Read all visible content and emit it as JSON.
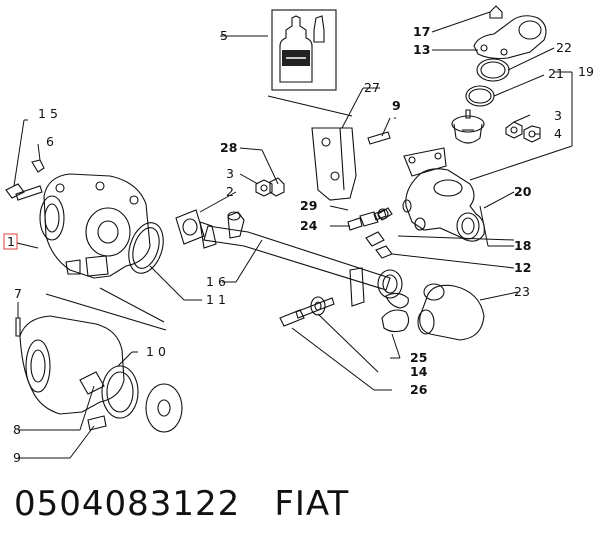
{
  "callouts": [
    {
      "id": "c1",
      "text": "1",
      "style": "highlight"
    },
    {
      "id": "c2",
      "text": "2",
      "style": "normal"
    },
    {
      "id": "c3a",
      "text": "3",
      "style": "normal"
    },
    {
      "id": "c3b",
      "text": "3",
      "style": "normal"
    },
    {
      "id": "c4",
      "text": "4",
      "style": "normal"
    },
    {
      "id": "c5",
      "text": "5",
      "style": "normal"
    },
    {
      "id": "c6",
      "text": "6",
      "style": "normal"
    },
    {
      "id": "c7",
      "text": "7",
      "style": "normal"
    },
    {
      "id": "c8",
      "text": "8",
      "style": "normal"
    },
    {
      "id": "c9a",
      "text": "9",
      "style": "bold"
    },
    {
      "id": "c9b",
      "text": "9",
      "style": "normal"
    },
    {
      "id": "c10",
      "text": "10",
      "style": "normal"
    },
    {
      "id": "c11",
      "text": "11",
      "style": "normal"
    },
    {
      "id": "c12",
      "text": "12",
      "style": "bold"
    },
    {
      "id": "c13",
      "text": "13",
      "style": "bold"
    },
    {
      "id": "c14",
      "text": "14",
      "style": "bold"
    },
    {
      "id": "c15",
      "text": "15",
      "style": "normal"
    },
    {
      "id": "c16",
      "text": "16",
      "style": "normal"
    },
    {
      "id": "c17",
      "text": "17",
      "style": "bold"
    },
    {
      "id": "c18",
      "text": "18",
      "style": "bold"
    },
    {
      "id": "c19",
      "text": "19",
      "style": "normal"
    },
    {
      "id": "c20",
      "text": "20",
      "style": "bold"
    },
    {
      "id": "c21",
      "text": "21",
      "style": "normal"
    },
    {
      "id": "c22",
      "text": "22",
      "style": "normal"
    },
    {
      "id": "c23",
      "text": "23",
      "style": "normal"
    },
    {
      "id": "c24",
      "text": "24",
      "style": "bold"
    },
    {
      "id": "c25",
      "text": "25",
      "style": "bold"
    },
    {
      "id": "c26",
      "text": "26",
      "style": "bold"
    },
    {
      "id": "c27",
      "text": "27",
      "style": "normal"
    },
    {
      "id": "c28",
      "text": "28",
      "style": "bold"
    },
    {
      "id": "c29",
      "text": "29",
      "style": "bold"
    }
  ],
  "caption": {
    "part_number": "0504083122",
    "brand": "FIAT"
  }
}
